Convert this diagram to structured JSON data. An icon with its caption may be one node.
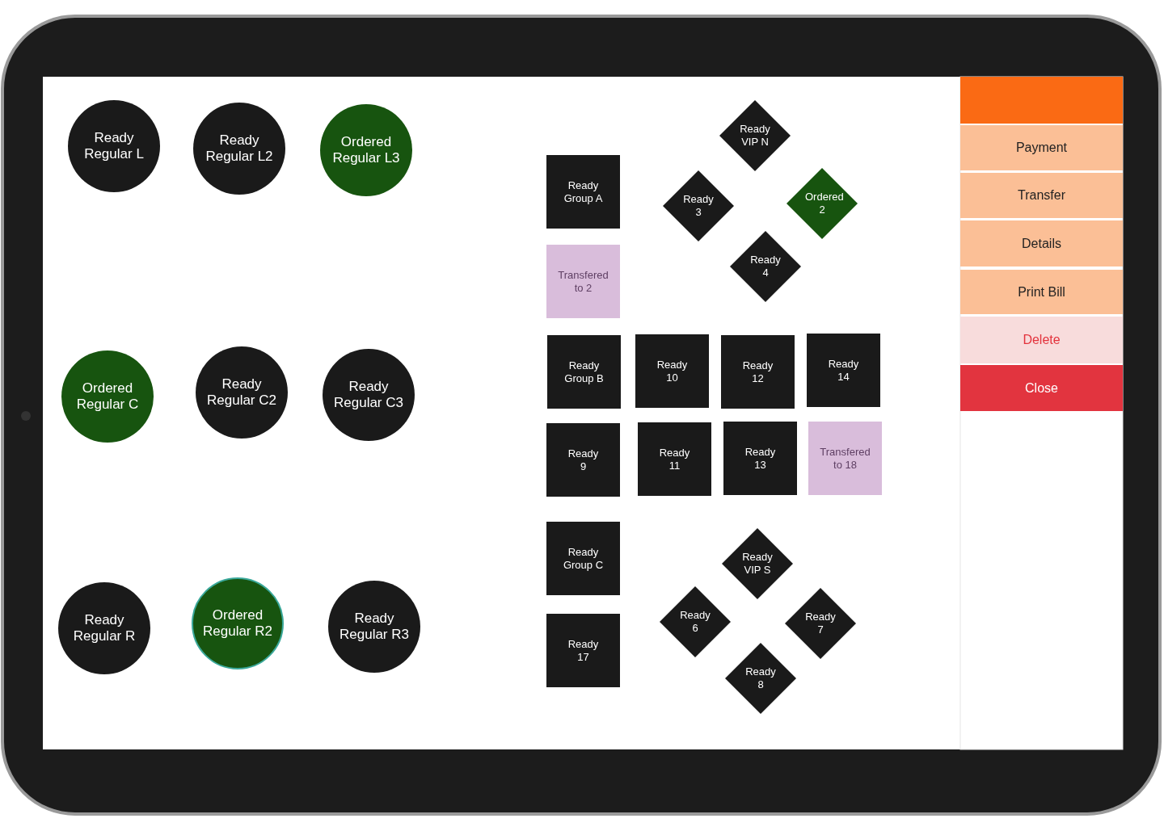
{
  "diagram": {
    "nodes": [
      {
        "text": [
          "Ready Regular L"
        ]
      },
      {
        "text": [
          "Ready Regular L2"
        ]
      },
      {
        "text": [
          "Ordered Regular L3"
        ]
      },
      {
        "text": [
          "Ordered Regular C"
        ]
      },
      {
        "text": [
          "Ready Regular C2"
        ]
      },
      {
        "text": [
          "Ready Regular C3"
        ]
      },
      {
        "text": [
          "Ready Regular R"
        ]
      },
      {
        "text": [
          "Ordered Regular R2"
        ]
      },
      {
        "text": [
          "Ready Regular R3"
        ]
      },
      {
        "text": [
          "Ready Group A"
        ]
      },
      {
        "text": [
          "Transfered to 2"
        ]
      },
      {
        "text": [
          "Ready VIP N"
        ]
      },
      {
        "text": [
          "Ready 3"
        ]
      },
      {
        "text": [
          "Ordered 2"
        ]
      },
      {
        "text": [
          "Ready 4"
        ]
      },
      {
        "text": [
          "Ready Group B"
        ]
      },
      {
        "text": [
          "Ready 10"
        ]
      },
      {
        "text": [
          "Ready 12"
        ]
      },
      {
        "text": [
          "Ready 14"
        ]
      },
      {
        "text": [
          "Ready 9"
        ]
      },
      {
        "text": [
          "Ready 11"
        ]
      },
      {
        "text": [
          "Ready 13"
        ]
      },
      {
        "text": [
          "Transfered to 18"
        ]
      },
      {
        "text": [
          "Ready Group C"
        ]
      },
      {
        "text": [
          "Ready VIP S"
        ]
      },
      {
        "text": [
          "Ready 6"
        ]
      },
      {
        "text": [
          "Ready 7"
        ]
      },
      {
        "text": [
          "Ready 17"
        ]
      },
      {
        "text": [
          "Ready 8"
        ]
      },
      {
        "text": [
          "Payment"
        ]
      },
      {
        "text": [
          "Transfer"
        ]
      },
      {
        "text": [
          "Details"
        ]
      },
      {
        "text": [
          "Print Bill"
        ]
      },
      {
        "text": [
          "Delete"
        ]
      },
      {
        "text": [
          "Close"
        ]
      }
    ],
    "edges": []
  }
}
